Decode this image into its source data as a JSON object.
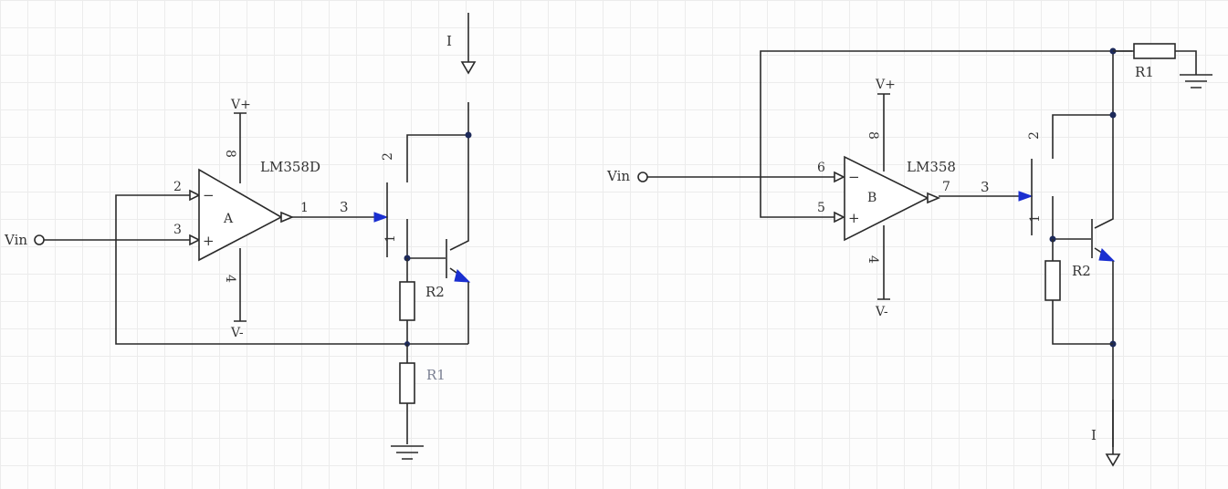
{
  "circuit_a": {
    "opamp_part": "LM358D",
    "opamp_unit": "A",
    "supply_pos": "V+",
    "supply_neg": "V-",
    "pin_inv": "2",
    "pin_noninv": "3",
    "pin_out": "1",
    "pin_vpos": "8",
    "pin_vneg": "4",
    "input_label": "Vin",
    "current_label": "I",
    "fet_gate_pin": "3",
    "fet_drain_pin": "2",
    "fet_source_pin": "1",
    "r_sense": "R1",
    "r_base": "R2",
    "minus_sign": "−",
    "plus_sign": "+"
  },
  "circuit_b": {
    "opamp_part": "LM358",
    "opamp_unit": "B",
    "supply_pos": "V+",
    "supply_neg": "V-",
    "pin_inv": "6",
    "pin_noninv": "5",
    "pin_out": "7",
    "pin_vpos": "8",
    "pin_vneg": "4",
    "input_label": "Vin",
    "current_label": "I",
    "fet_gate_pin": "3",
    "fet_drain_pin": "2",
    "fet_source_pin": "1",
    "r_sense": "R1",
    "r_base": "R2",
    "minus_sign": "−",
    "plus_sign": "+"
  }
}
